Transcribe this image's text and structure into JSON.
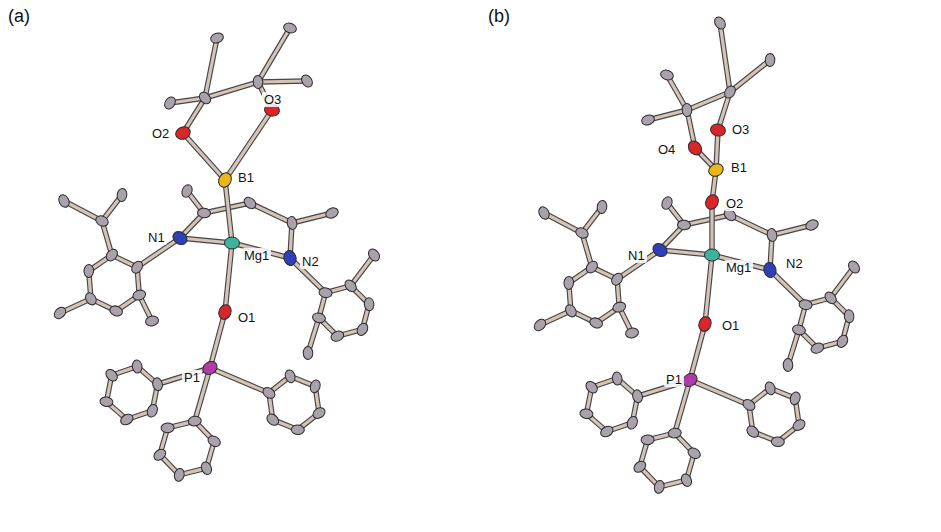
{
  "diagram": {
    "labels": [
      "(a)",
      "O2",
      "O3",
      "B1",
      "N1",
      "Mg1",
      "N2",
      "O1",
      "P1",
      "(b)",
      "O3",
      "O4",
      "B1",
      "O2",
      "N1",
      "Mg1",
      "N2",
      "O1",
      "P1"
    ]
  }
}
